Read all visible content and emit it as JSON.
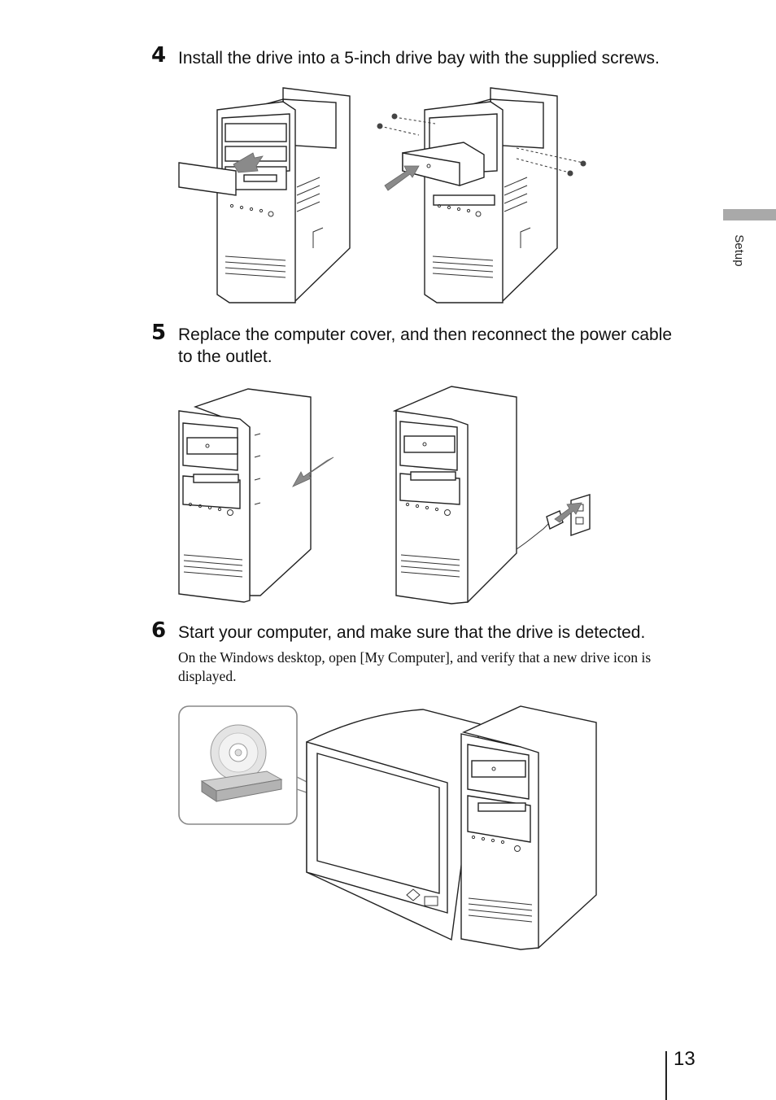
{
  "steps": [
    {
      "number": "4",
      "text": "Install the drive into a 5-inch drive bay with the supplied screws."
    },
    {
      "number": "5",
      "text": "Replace the computer cover, and then reconnect the power cable to the outlet."
    },
    {
      "number": "6",
      "text": "Start your computer, and make sure that the drive is detected.",
      "subtext": "On the Windows desktop, open [My Computer], and verify that a new drive icon is displayed."
    }
  ],
  "side_tab": {
    "label": "Setup",
    "color": "#a9a9a9"
  },
  "page_number": "13"
}
